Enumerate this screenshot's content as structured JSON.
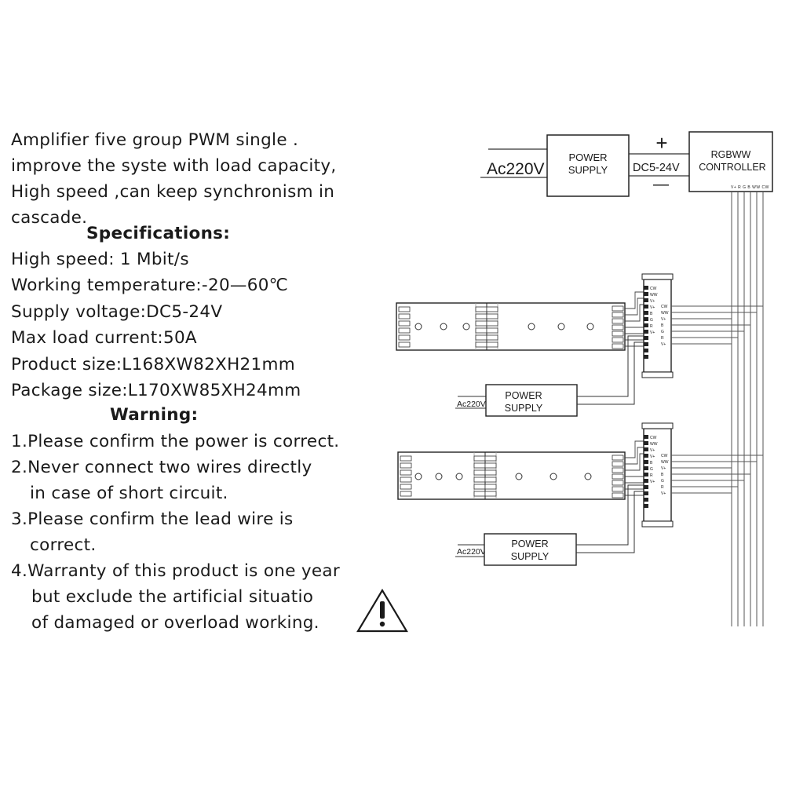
{
  "intro": [
    "Amplifier five group PWM single .",
    "improve the syste with load capacity,",
    "High speed ,can keep synchronism in",
    "cascade."
  ],
  "specs_heading": "Specifications:",
  "specs": [
    "High speed: 1  Mbit/s",
    "Working temperature:-20—60℃",
    "Supply voltage:DC5-24V",
    "Max load current:50A",
    "Product size:L168XW82XH21mm",
    "Package size:L170XW85XH24mm"
  ],
  "warning_heading": "Warning:",
  "warnings": [
    "1.Please confirm the power is correct.",
    "2.Never connect  two wires directly",
    "in case of short circuit.",
    "3.Please confirm the lead wire is",
    "correct.",
    "4.Warranty of this product  is one year",
    "but exclude the artificial  situatio",
    "of damaged or overload working."
  ],
  "warning_icon": "warning-triangle-icon",
  "diagram": {
    "main_input": "Ac220V",
    "main_power_supply": [
      "POWER",
      "SUPPLY"
    ],
    "dc_label": "DC5-24V",
    "plus": "+",
    "minus": "—",
    "controller": [
      "RGBWW",
      "CONTROLLER"
    ],
    "controller_pins": "V+  R  G  B WW CW",
    "amp_in_pins": [
      "CW",
      "WW",
      "V+",
      "V+",
      "B",
      "G",
      "R",
      "V+"
    ],
    "amp_out_pins": [
      "CW",
      "WW",
      "V+",
      "B",
      "G",
      "R",
      "V+"
    ],
    "strip_pins": [
      "CW",
      "WW",
      "V+",
      "B",
      "G",
      "R",
      "V+"
    ],
    "sub_input": "Ac220V",
    "sub_power_supply": [
      "POWER",
      "SUPPLY"
    ]
  }
}
